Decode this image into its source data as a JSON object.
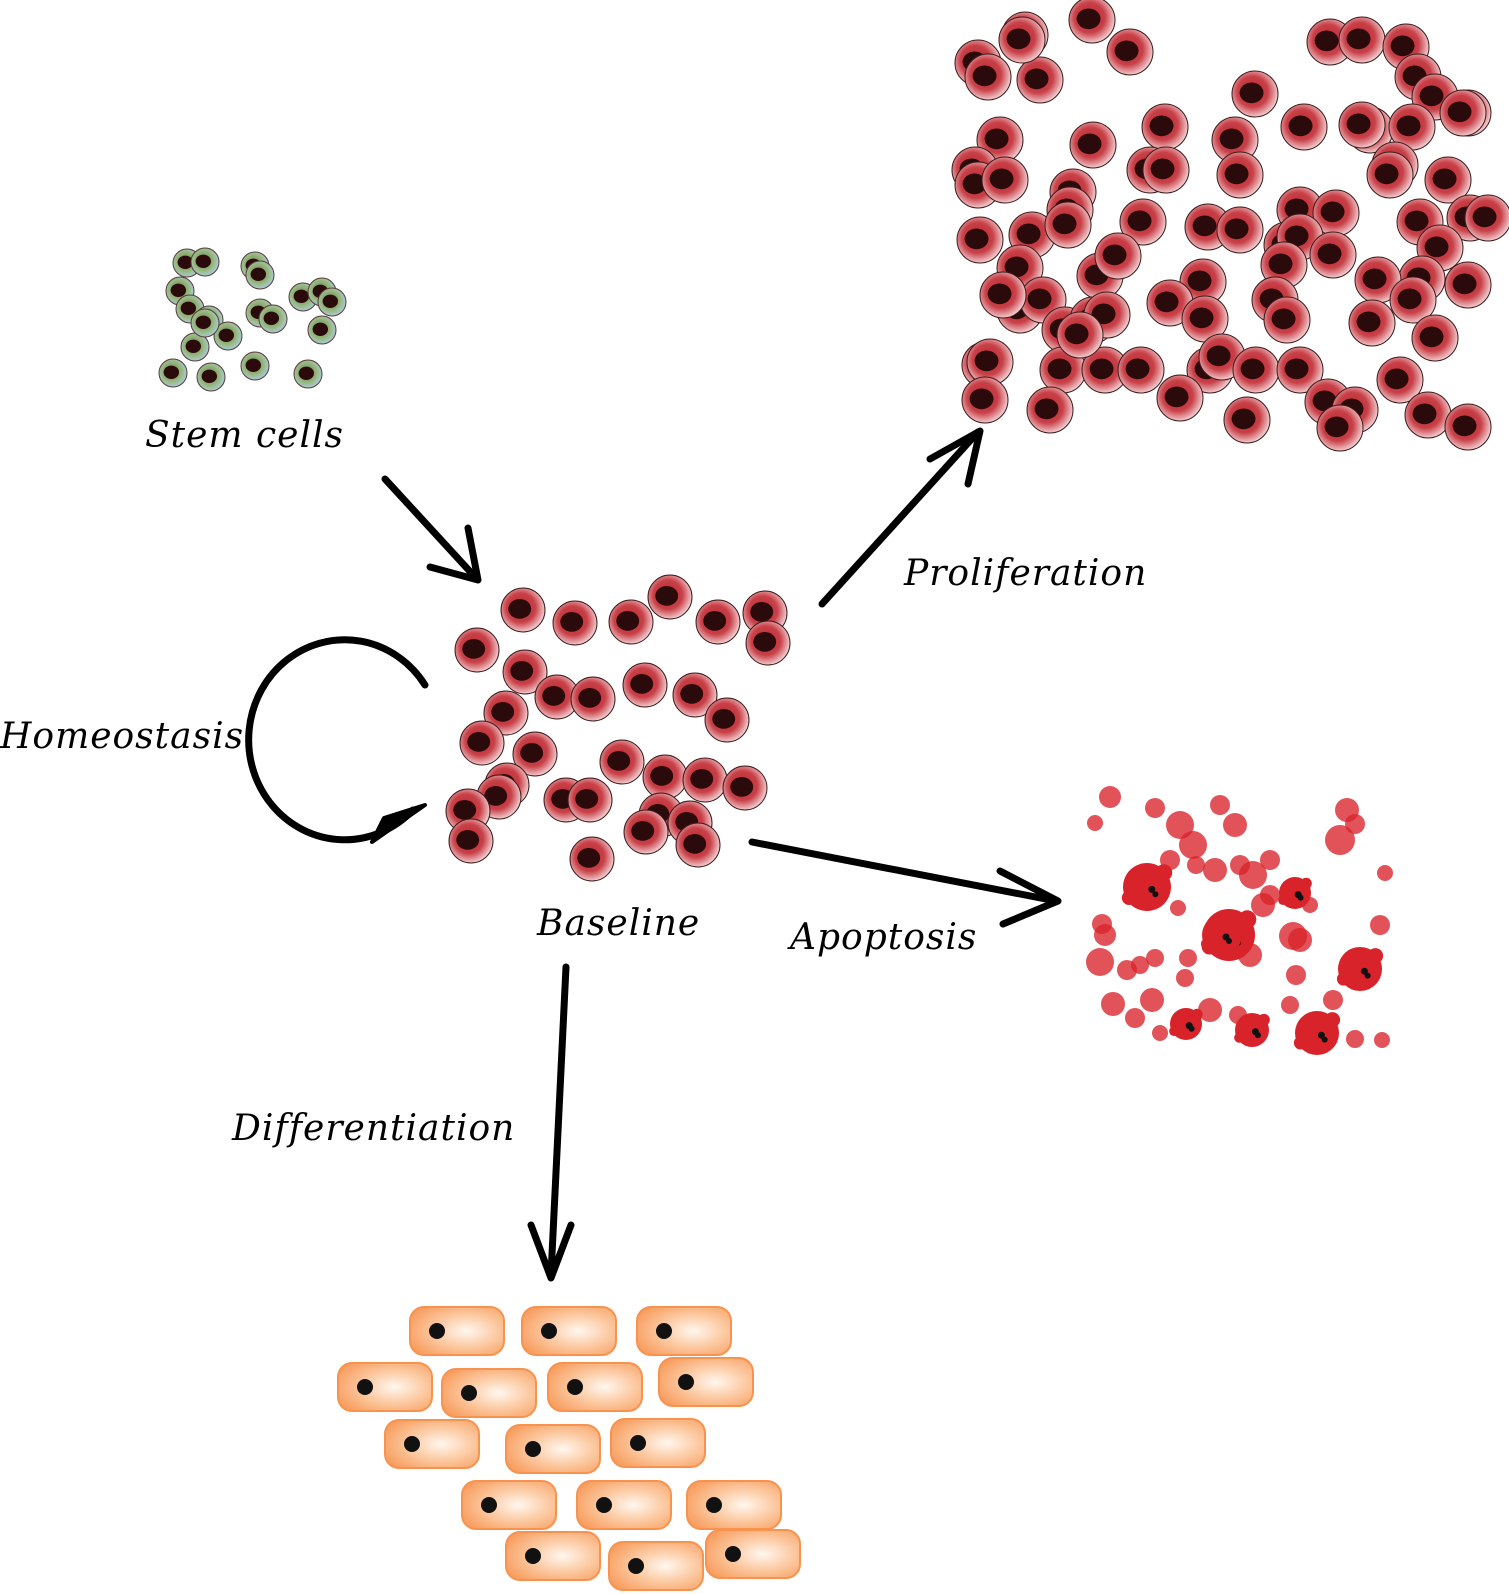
{
  "labels": {
    "stem_cells": "Stem cells",
    "baseline": "Baseline",
    "proliferation": "Proliferation",
    "homeostasis": "Homeostasis",
    "apoptosis": "Apoptosis",
    "differentiation": "Differentiation"
  },
  "colors": {
    "background": "#ffffff",
    "arrow": "#000000",
    "red_cell_cytoplasm": "#c0262c",
    "red_cell_nucleus": "#2a0a0a",
    "stem_cell_cytoplasm": "#6b8f5a",
    "stem_cell_edge": "#7ab0d8",
    "apoptotic_fragment": "#d8232a",
    "differentiated_cell": "#f9a060",
    "differentiated_nucleus": "#111111"
  },
  "icons": {
    "stem_cell": "stem-cell-icon",
    "red_cell": "cell-icon",
    "apoptotic_body": "apoptotic-body-icon",
    "differentiated_cell": "differentiated-cell-icon",
    "loop_arrow": "loop-arrow-icon"
  }
}
